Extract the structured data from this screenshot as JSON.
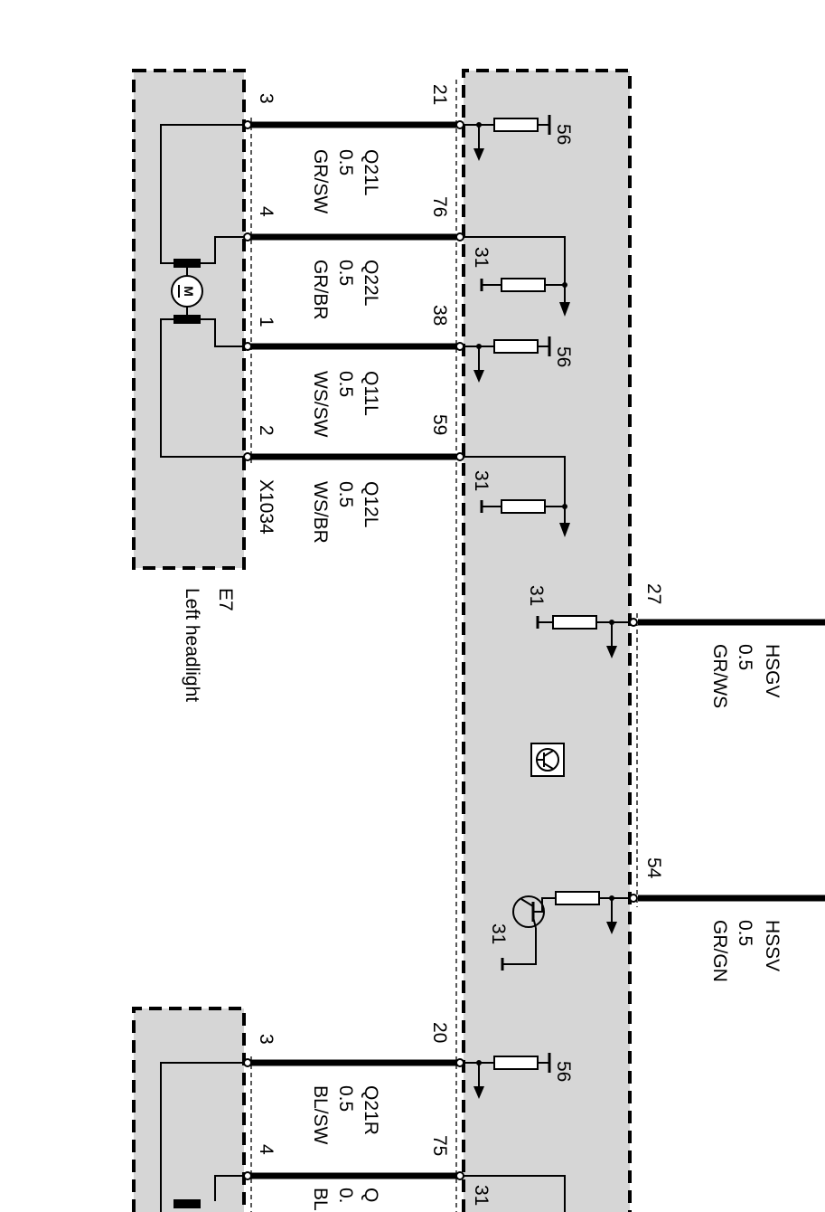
{
  "left_headlight": {
    "ref": "E7",
    "name": "Left headlight",
    "connector": "X1034",
    "motor_label": "M"
  },
  "left_wires": [
    {
      "headlight_pin": "3",
      "module_pin": "21",
      "id": "Q21L",
      "size": "0.5",
      "color_code": "GR/SW",
      "term": "56"
    },
    {
      "headlight_pin": "4",
      "module_pin": "76",
      "id": "Q22L",
      "size": "0.5",
      "color_code": "GR/BR",
      "term": "31"
    },
    {
      "headlight_pin": "1",
      "module_pin": "38",
      "id": "Q11L",
      "size": "0.5",
      "color_code": "WS/SW",
      "term": "56"
    },
    {
      "headlight_pin": "2",
      "module_pin": "59",
      "id": "Q12L",
      "size": "0.5",
      "color_code": "WS/BR",
      "term": "31"
    }
  ],
  "outputs": [
    {
      "module_pin": "27",
      "id": "HSGV",
      "size": "0.5",
      "color_code": "GR/WS",
      "term": "31"
    },
    {
      "module_pin": "54",
      "id": "HSSV",
      "size": "0.5",
      "color_code": "GR/GN",
      "term": "31"
    }
  ],
  "right_wires": [
    {
      "headlight_pin": "3",
      "module_pin": "20",
      "id": "Q21R",
      "size": "0.5",
      "color_code": "BL/SW",
      "term": "56"
    },
    {
      "headlight_pin": "4",
      "module_pin": "75",
      "id": "Q",
      "size": "0.",
      "color_code": "BL",
      "term": "31"
    }
  ],
  "colors": {
    "panel": "#d6d6d6",
    "line": "#000000"
  }
}
